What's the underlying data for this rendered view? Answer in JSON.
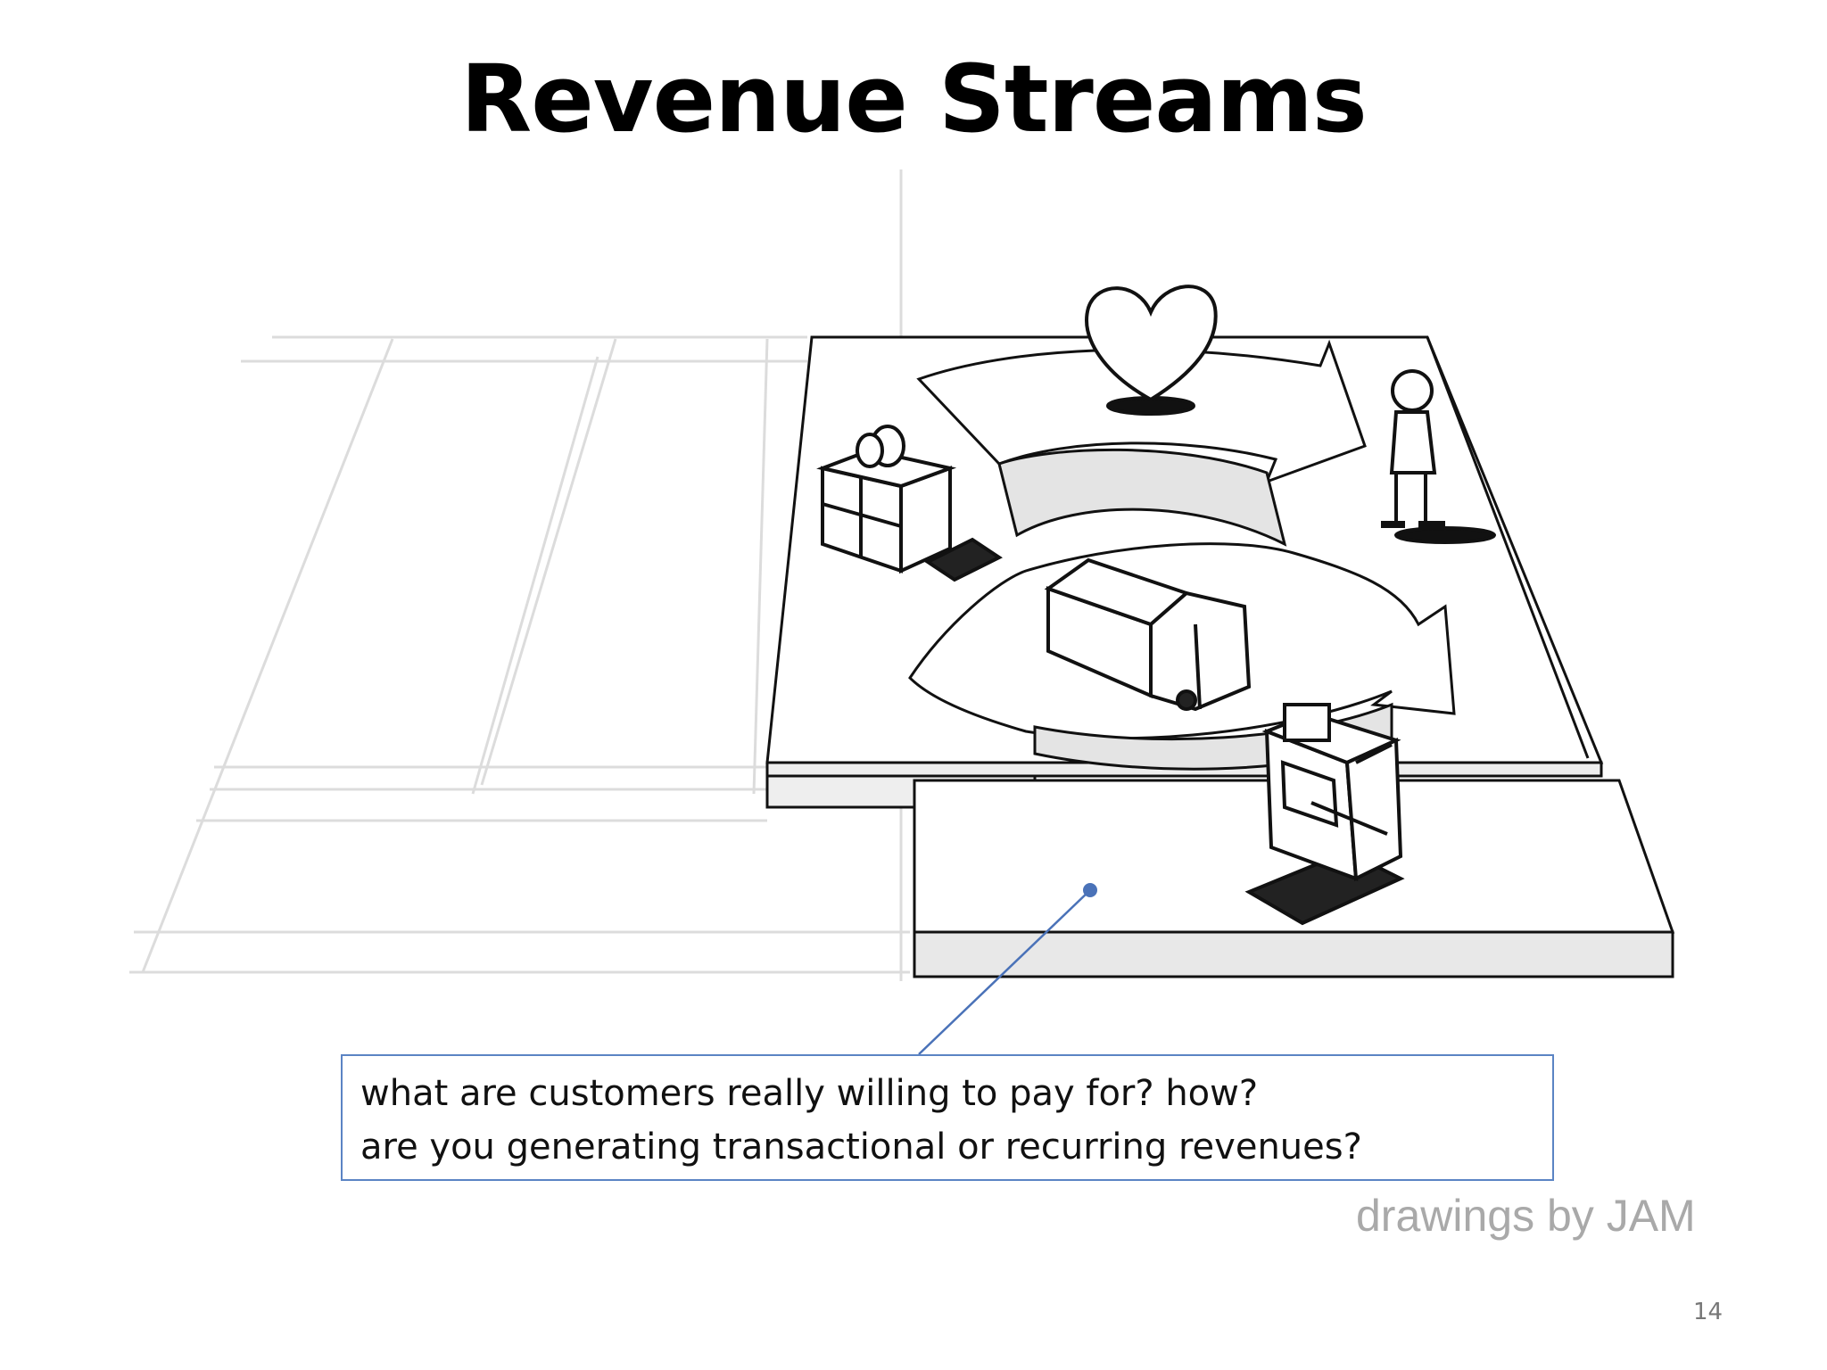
{
  "slide": {
    "title": "Revenue Streams",
    "callout_lines": [
      "what are customers really willing to pay for? how?",
      "are you generating transactional or recurring revenues?"
    ],
    "credit": "drawings by JAM",
    "page_number": "14"
  },
  "colors": {
    "callout_border": "#5b84c4",
    "pointer": "#4a72b8",
    "credit_text": "#a9a9a9"
  },
  "icons": [
    "heart-icon",
    "person-icon",
    "gift-icon",
    "truck-icon",
    "cash-register-icon"
  ]
}
